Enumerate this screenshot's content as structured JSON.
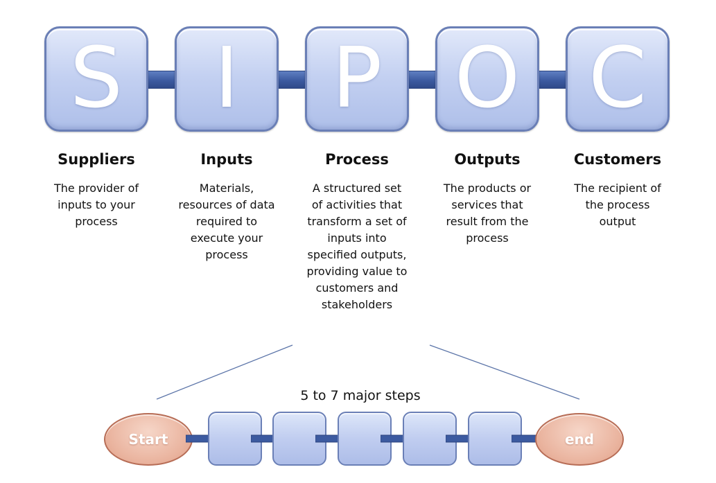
{
  "sipoc": [
    {
      "letter": "S",
      "title": "Suppliers",
      "description": "The provider of inputs to your process"
    },
    {
      "letter": "I",
      "title": "Inputs",
      "description": "Materials, resources of data required to execute your process"
    },
    {
      "letter": "P",
      "title": "Process",
      "description": "A structured set of activities that transform a set of inputs into specified outputs, providing value to customers and stakeholders"
    },
    {
      "letter": "O",
      "title": "Outputs",
      "description": "The products or services that result from the process"
    },
    {
      "letter": "C",
      "title": "Customers",
      "description": "The recipient of the process output"
    }
  ],
  "flow": {
    "label": "5 to 7 major steps",
    "start_label": "Start",
    "end_label": "end",
    "step_count": 5
  },
  "colors": {
    "box_fill": "#c3d0f1",
    "box_border": "#6a7fb6",
    "connector": "#3c5aa0",
    "terminal_fill": "#eab49f",
    "terminal_border": "#b76d56",
    "guide_line": "#5b74a8"
  }
}
